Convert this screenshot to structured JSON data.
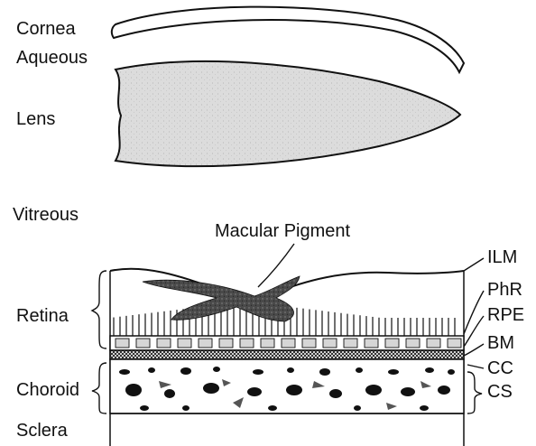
{
  "labels": {
    "left": {
      "cornea": "Cornea",
      "aqueous": "Aqueous",
      "lens": "Lens",
      "vitreous": "Vitreous",
      "retina": "Retina",
      "choroid": "Choroid",
      "sclera": "Sclera"
    },
    "top": {
      "macular_pigment": "Macular Pigment"
    },
    "right": {
      "ilm": "ILM",
      "phr": "PhR",
      "rpe": "RPE",
      "bm": "BM",
      "cc": "CC",
      "cs": "CS"
    }
  },
  "colors": {
    "ink": "#111111",
    "lens_fill": "#dcdcdc",
    "pigment_fill": "#4a4a4a",
    "rpe_cell_fill": "#d6d6d6",
    "vessel_fill": "#111111"
  }
}
